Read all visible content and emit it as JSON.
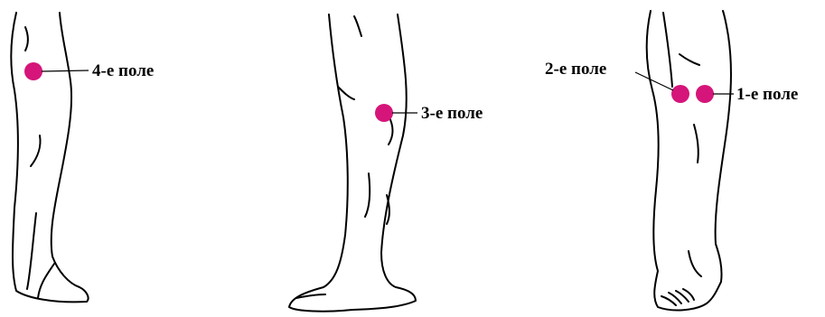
{
  "accent_color": "#D5157A",
  "legs": [
    {
      "view": "back"
    },
    {
      "view": "side"
    },
    {
      "view": "front"
    }
  ],
  "fields": [
    {
      "label": "4-е поле"
    },
    {
      "label": "3-е поле"
    },
    {
      "label": "2-е поле"
    },
    {
      "label": "1-е поле"
    }
  ]
}
